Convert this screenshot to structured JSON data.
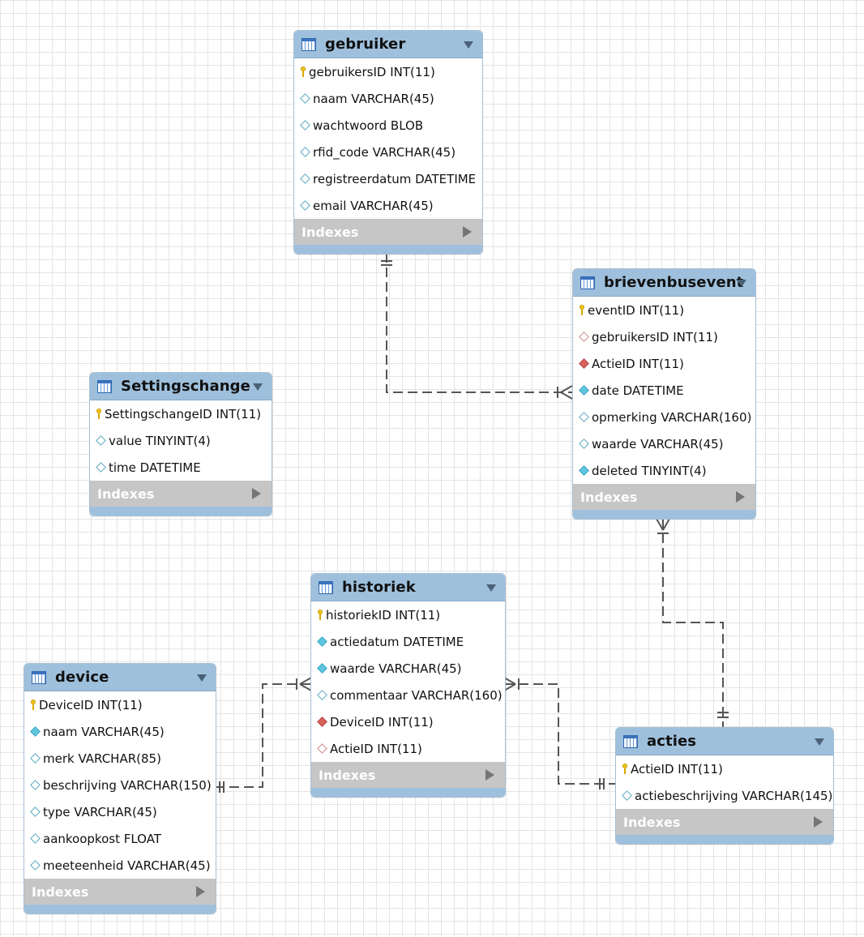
{
  "tables": [
    {
      "name": "gebruiker",
      "columns": [
        {
          "kind": "pk",
          "text": "gebruikersID INT(11)"
        },
        {
          "kind": "open",
          "text": "naam VARCHAR(45)"
        },
        {
          "kind": "open",
          "text": "wachtwoord BLOB"
        },
        {
          "kind": "open",
          "text": "rfid_code VARCHAR(45)"
        },
        {
          "kind": "open",
          "text": "registreerdatum DATETIME"
        },
        {
          "kind": "open",
          "text": "email VARCHAR(45)"
        }
      ],
      "indexes_label": "Indexes"
    },
    {
      "name": "brievenbusevent",
      "columns": [
        {
          "kind": "pk",
          "text": "eventID INT(11)"
        },
        {
          "kind": "fk-open",
          "text": "gebruikersID INT(11)"
        },
        {
          "kind": "fk-filled",
          "text": "ActieID INT(11)"
        },
        {
          "kind": "filled",
          "text": "date DATETIME"
        },
        {
          "kind": "open",
          "text": "opmerking VARCHAR(160)"
        },
        {
          "kind": "open",
          "text": "waarde VARCHAR(45)"
        },
        {
          "kind": "filled",
          "text": "deleted TINYINT(4)"
        }
      ],
      "indexes_label": "Indexes"
    },
    {
      "name": "Settingschange",
      "columns": [
        {
          "kind": "pk",
          "text": "SettingschangeID INT(11)"
        },
        {
          "kind": "open",
          "text": "value TINYINT(4)"
        },
        {
          "kind": "open",
          "text": "time DATETIME"
        }
      ],
      "indexes_label": "Indexes"
    },
    {
      "name": "historiek",
      "columns": [
        {
          "kind": "pk",
          "text": "historiekID INT(11)"
        },
        {
          "kind": "filled",
          "text": "actiedatum DATETIME"
        },
        {
          "kind": "filled",
          "text": "waarde VARCHAR(45)"
        },
        {
          "kind": "open",
          "text": "commentaar VARCHAR(160)"
        },
        {
          "kind": "fk-filled",
          "text": "DeviceID INT(11)"
        },
        {
          "kind": "fk-open",
          "text": "ActieID INT(11)"
        }
      ],
      "indexes_label": "Indexes"
    },
    {
      "name": "device",
      "columns": [
        {
          "kind": "pk",
          "text": "DeviceID INT(11)"
        },
        {
          "kind": "filled",
          "text": "naam VARCHAR(45)"
        },
        {
          "kind": "open",
          "text": "merk VARCHAR(85)"
        },
        {
          "kind": "open",
          "text": "beschrijving VARCHAR(150)"
        },
        {
          "kind": "open",
          "text": "type VARCHAR(45)"
        },
        {
          "kind": "open",
          "text": "aankoopkost FLOAT"
        },
        {
          "kind": "open",
          "text": "meeteenheid VARCHAR(45)"
        }
      ],
      "indexes_label": "Indexes"
    },
    {
      "name": "acties",
      "columns": [
        {
          "kind": "pk",
          "text": "ActieID INT(11)"
        },
        {
          "kind": "open",
          "text": "actiebeschrijving VARCHAR(145)"
        }
      ],
      "indexes_label": "Indexes"
    }
  ],
  "relationships": [
    {
      "from": "gebruiker",
      "to": "brievenbusevent",
      "from_card": "one",
      "to_card": "many"
    },
    {
      "from": "acties",
      "to": "brievenbusevent",
      "from_card": "one",
      "to_card": "many"
    },
    {
      "from": "device",
      "to": "historiek",
      "from_card": "one",
      "to_card": "many"
    },
    {
      "from": "acties",
      "to": "historiek",
      "from_card": "one",
      "to_card": "many"
    }
  ],
  "colors": {
    "header": "#9ec0dc",
    "indexes_bar": "#c6c6c6",
    "connector": "#555555"
  }
}
